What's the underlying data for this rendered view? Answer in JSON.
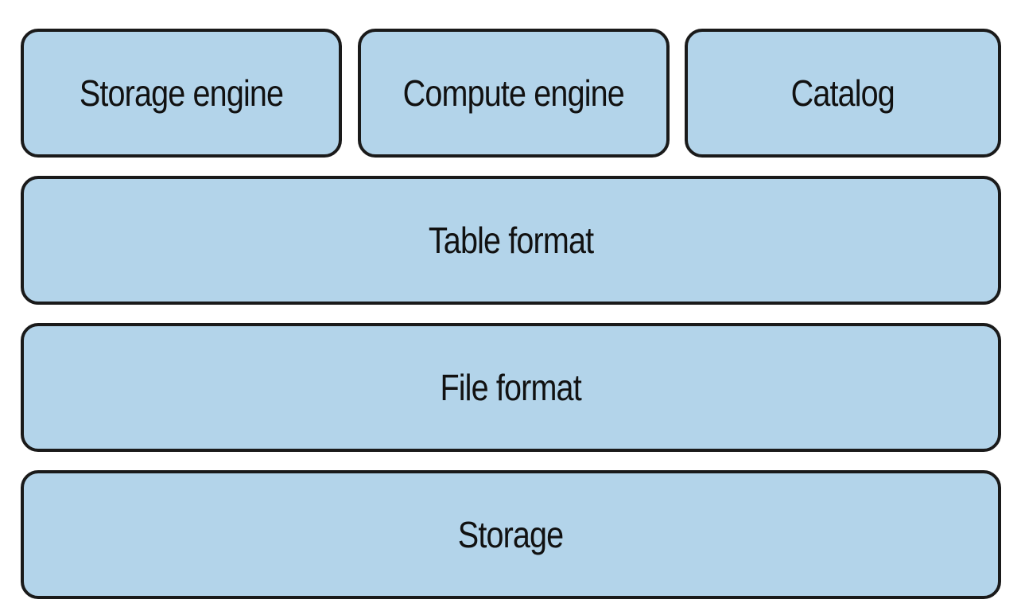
{
  "layers": {
    "top": {
      "storage_engine": "Storage engine",
      "compute_engine": "Compute engine",
      "catalog": "Catalog"
    },
    "table_format": "Table format",
    "file_format": "File format",
    "storage": "Storage"
  },
  "colors": {
    "box_fill": "#b3d4ea",
    "box_border": "#1a1a1a",
    "text": "#111111",
    "background": "#ffffff"
  }
}
